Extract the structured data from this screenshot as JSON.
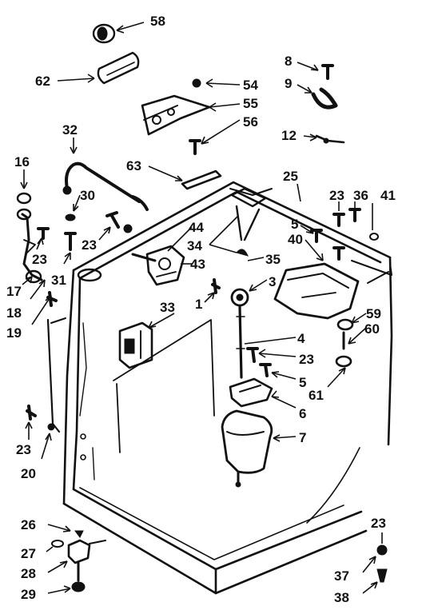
{
  "callouts": [
    {
      "id": "c58",
      "text": "58"
    },
    {
      "id": "c62",
      "text": "62"
    },
    {
      "id": "c8",
      "text": "8"
    },
    {
      "id": "c9",
      "text": "9"
    },
    {
      "id": "c54",
      "text": "54"
    },
    {
      "id": "c55",
      "text": "55"
    },
    {
      "id": "c56",
      "text": "56"
    },
    {
      "id": "c12",
      "text": "12"
    },
    {
      "id": "c32",
      "text": "32"
    },
    {
      "id": "c16",
      "text": "16"
    },
    {
      "id": "c63",
      "text": "63"
    },
    {
      "id": "c25",
      "text": "25"
    },
    {
      "id": "c30",
      "text": "30"
    },
    {
      "id": "c23a",
      "text": "23"
    },
    {
      "id": "c36",
      "text": "36"
    },
    {
      "id": "c41",
      "text": "41"
    },
    {
      "id": "c44",
      "text": "44"
    },
    {
      "id": "c5a",
      "text": "5"
    },
    {
      "id": "c23b",
      "text": "23"
    },
    {
      "id": "c23c",
      "text": "23"
    },
    {
      "id": "c34",
      "text": "34"
    },
    {
      "id": "c40",
      "text": "40"
    },
    {
      "id": "c43",
      "text": "43"
    },
    {
      "id": "c35",
      "text": "35"
    },
    {
      "id": "c31",
      "text": "31"
    },
    {
      "id": "c3",
      "text": "3"
    },
    {
      "id": "c1",
      "text": "1"
    },
    {
      "id": "c17",
      "text": "17"
    },
    {
      "id": "c59",
      "text": "59"
    },
    {
      "id": "c18",
      "text": "18"
    },
    {
      "id": "c33",
      "text": "33"
    },
    {
      "id": "c60",
      "text": "60"
    },
    {
      "id": "c19",
      "text": "19"
    },
    {
      "id": "c4",
      "text": "4"
    },
    {
      "id": "c23d",
      "text": "23"
    },
    {
      "id": "c5b",
      "text": "5"
    },
    {
      "id": "c61",
      "text": "61"
    },
    {
      "id": "c6",
      "text": "6"
    },
    {
      "id": "c7",
      "text": "7"
    },
    {
      "id": "c23e",
      "text": "23"
    },
    {
      "id": "c20",
      "text": "20"
    },
    {
      "id": "c26",
      "text": "26"
    },
    {
      "id": "c27",
      "text": "27"
    },
    {
      "id": "c28",
      "text": "28"
    },
    {
      "id": "c29",
      "text": "29"
    },
    {
      "id": "c37",
      "text": "37"
    },
    {
      "id": "c38",
      "text": "38"
    },
    {
      "id": "c23f",
      "text": "23"
    }
  ]
}
